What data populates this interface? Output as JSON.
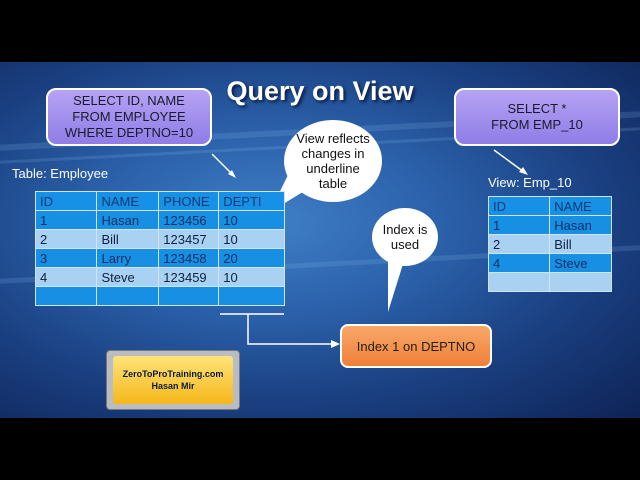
{
  "title": "Query on View",
  "query_employee": [
    "SELECT ID, NAME",
    "FROM EMPLOYEE",
    "WHERE DEPTNO=10"
  ],
  "query_view": [
    "SELECT *",
    "FROM EMP_10"
  ],
  "employee_table": {
    "label": "Table: Employee",
    "headers": [
      "ID",
      "NAME",
      "PHONE",
      "DEPTI"
    ],
    "rows": [
      [
        "1",
        "Hasan",
        "123456",
        "10"
      ],
      [
        "2",
        "Bill",
        "123457",
        "10"
      ],
      [
        "3",
        "Larry",
        "123458",
        "20"
      ],
      [
        "4",
        "Steve",
        "123459",
        "10"
      ],
      [
        "",
        "",
        "",
        ""
      ]
    ]
  },
  "view_table": {
    "label": "View: Emp_10",
    "headers": [
      "ID",
      "NAME"
    ],
    "rows": [
      [
        "1",
        "Hasan"
      ],
      [
        "2",
        "Bill"
      ],
      [
        "4",
        "Steve"
      ],
      [
        "",
        ""
      ]
    ]
  },
  "bubble_view": [
    "View reflects",
    "changes in",
    "underline",
    "table"
  ],
  "bubble_index": [
    "Index is",
    "used"
  ],
  "index_label": "Index 1 on DEPTNO",
  "logo": [
    "ZeroToProTraining.com",
    "Hasan Mir"
  ]
}
